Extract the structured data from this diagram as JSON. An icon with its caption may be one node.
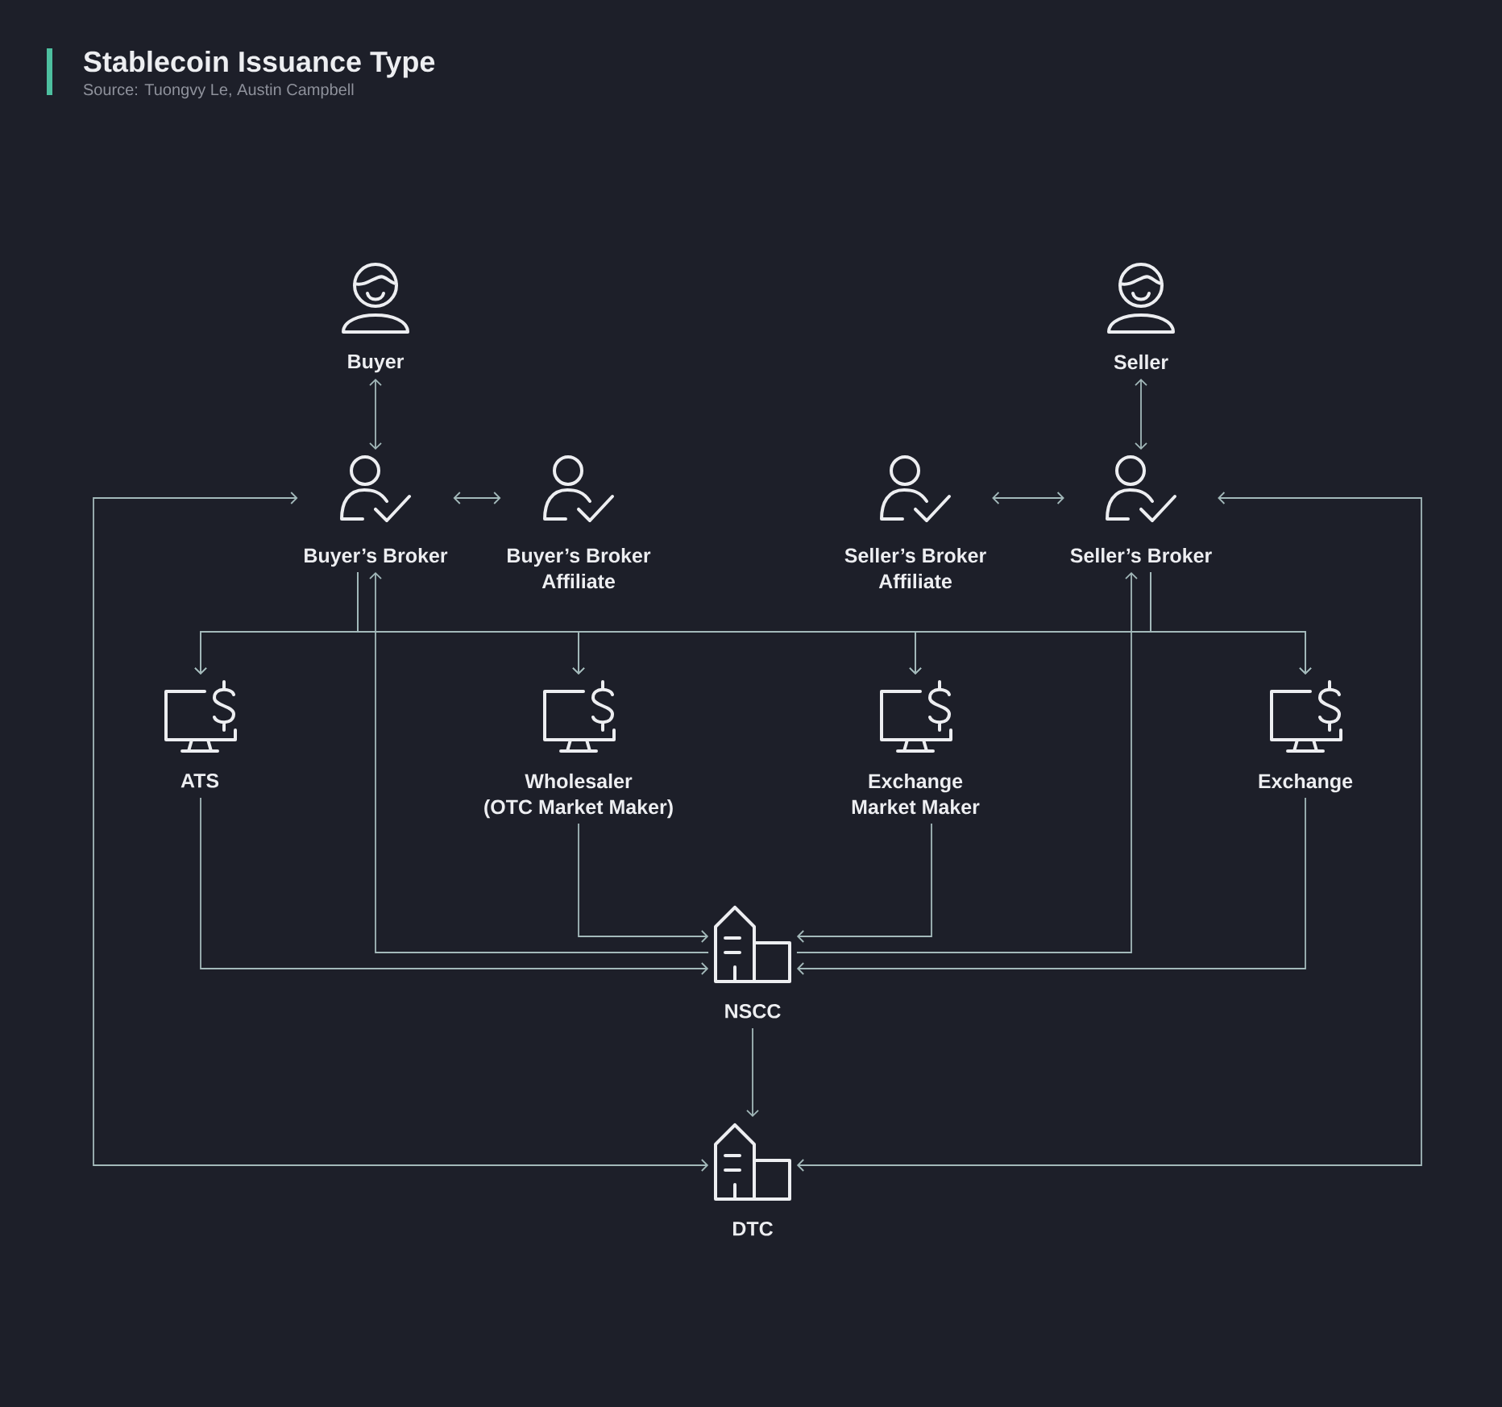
{
  "diagram": {
    "title": "Stablecoin Issuance Type",
    "nodes": [
      {
        "text": [
          "Buyer"
        ]
      },
      {
        "text": [
          "Seller"
        ]
      },
      {
        "text": [
          "Buyer’s Broker"
        ]
      },
      {
        "text": [
          "Buyer’s Broker Affiliate"
        ]
      },
      {
        "text": [
          "Seller’s Broker Affiliate"
        ]
      },
      {
        "text": [
          "Seller’s Broker"
        ]
      },
      {
        "text": [
          "ATS"
        ]
      },
      {
        "text": [
          "Wholesaler (OTC Market Maker)"
        ]
      },
      {
        "text": [
          "Exchange Market Maker"
        ]
      },
      {
        "text": [
          "Exchange"
        ]
      },
      {
        "text": [
          "NSCC"
        ]
      },
      {
        "text": [
          "DTC"
        ]
      }
    ],
    "edges": [
      {
        "from": 0,
        "to": 2,
        "arrow": "both"
      },
      {
        "from": 1,
        "to": 5,
        "arrow": "both"
      },
      {
        "from": 2,
        "to": 3,
        "arrow": "both"
      },
      {
        "from": 4,
        "to": 5,
        "arrow": "both"
      },
      {
        "from": 2,
        "to": 6,
        "arrow": "to"
      },
      {
        "from": 2,
        "to": 7,
        "arrow": "to"
      },
      {
        "from": 2,
        "to": 8,
        "arrow": "to"
      },
      {
        "from": 2,
        "to": 9,
        "arrow": "to"
      },
      {
        "from": 5,
        "to": 6,
        "arrow": "to"
      },
      {
        "from": 5,
        "to": 7,
        "arrow": "to"
      },
      {
        "from": 5,
        "to": 8,
        "arrow": "to"
      },
      {
        "from": 5,
        "to": 9,
        "arrow": "to"
      },
      {
        "from": 6,
        "to": 10,
        "arrow": "to"
      },
      {
        "from": 7,
        "to": 10,
        "arrow": "to"
      },
      {
        "from": 8,
        "to": 10,
        "arrow": "to"
      },
      {
        "from": 9,
        "to": 10,
        "arrow": "to"
      },
      {
        "from": 10,
        "to": 2,
        "arrow": "to"
      },
      {
        "from": 10,
        "to": 5,
        "arrow": "to"
      },
      {
        "from": 10,
        "to": 11,
        "arrow": "to"
      },
      {
        "from": 2,
        "to": 11,
        "arrow": "both"
      },
      {
        "from": 5,
        "to": 11,
        "arrow": "both"
      }
    ],
    "labels": [
      "Source: Tuongvy Le, Austin Campbell"
    ]
  }
}
